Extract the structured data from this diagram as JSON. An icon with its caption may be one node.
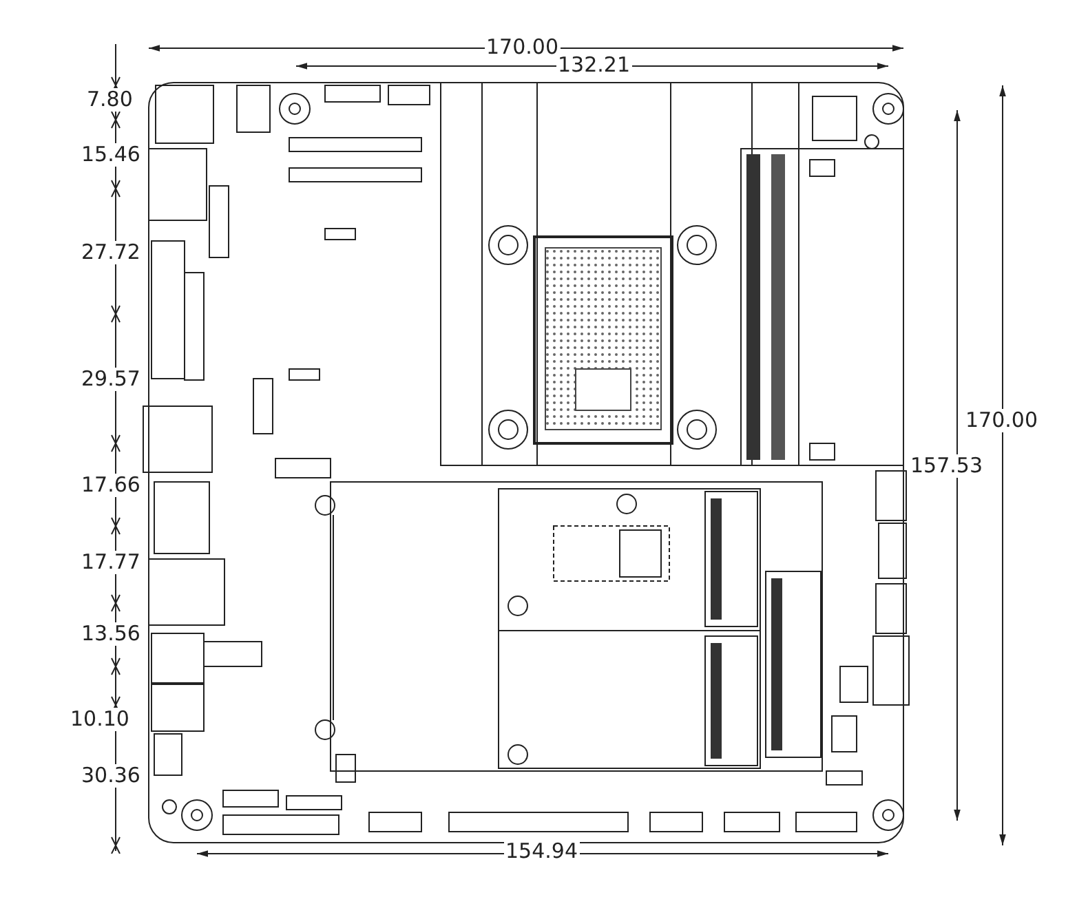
{
  "diagram": {
    "labels": [
      "170.00",
      "132.21",
      "7.80",
      "15.46",
      "27.72",
      "29.57",
      "17.66",
      "17.77",
      "13.56",
      "10.10",
      "30.36",
      "170.00",
      "157.53",
      "154.94"
    ]
  }
}
